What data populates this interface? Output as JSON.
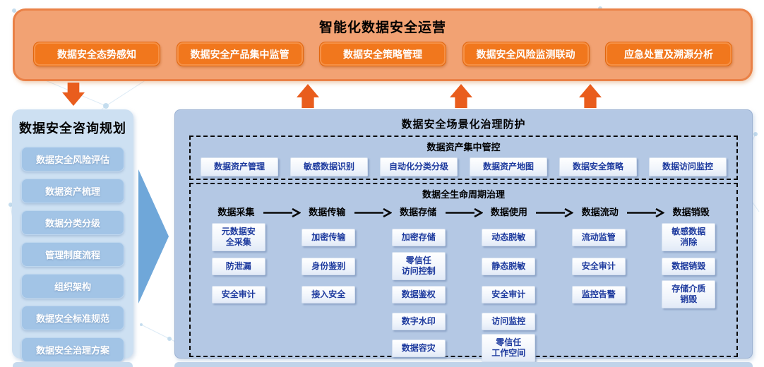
{
  "top_panel": {
    "title": "智能化数据安全运营",
    "buttons": [
      "数据安全态势感知",
      "数据安全产品集中监管",
      "数据安全策略管理",
      "数据安全风险监测联动",
      "应急处置及溯源分析"
    ]
  },
  "left_panel": {
    "title": "数据安全咨询规划",
    "items": [
      "数据安全风险评估",
      "数据资产梳理",
      "数据分类分级",
      "管理制度流程",
      "组织架构",
      "数据安全标准规范",
      "数据安全治理方案"
    ]
  },
  "main_panel": {
    "title": "数据安全场景化治理防护",
    "asset_section": {
      "title": "数据资产集中管控",
      "items": [
        "数据资产管理",
        "敏感数据识别",
        "自动化分类分级",
        "数据资产地图",
        "数据安全策略",
        "数据访问监控"
      ]
    },
    "lifecycle_section": {
      "title": "数据全生命周期治理",
      "stages": [
        {
          "label": "数据采集",
          "items": [
            "元数据安\n全采集",
            "防泄漏",
            "安全审计"
          ]
        },
        {
          "label": "数据传输",
          "items": [
            "加密传输",
            "身份鉴别",
            "接入安全"
          ]
        },
        {
          "label": "数据存储",
          "items": [
            "加密存储",
            "零信任\n访问控制",
            "数据鉴权",
            "数字水印",
            "数据容灾"
          ]
        },
        {
          "label": "数据使用",
          "items": [
            "动态脱敏",
            "静态脱敏",
            "安全审计",
            "访问监控",
            "零信任\n工作空间"
          ]
        },
        {
          "label": "数据流动",
          "items": [
            "流动监管",
            "安全审计",
            "监控告警"
          ]
        },
        {
          "label": "数据销毁",
          "items": [
            "敏感数据\n消除",
            "数据销毁",
            "存储介质\n销毁"
          ]
        }
      ]
    }
  },
  "colors": {
    "accent_orange": "#f1771d",
    "panel_orange_fill": "#f2a273",
    "panel_orange_border": "#ea8147",
    "arrow_orange": "#e95d1d",
    "main_panel_blue": "#b4c8e4",
    "left_panel_blue": "#cde0f2",
    "left_item_blue": "#a2c4e6",
    "triangle_blue": "#6fa7d9",
    "box_text_blue": "#1d3a9e"
  }
}
